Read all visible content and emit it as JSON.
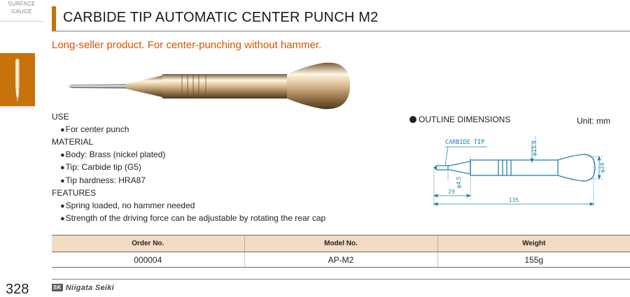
{
  "sidebar": {
    "category_line1": "SURFACE",
    "category_line2": "GAUGE"
  },
  "header": {
    "title": "CARBIDE TIP  AUTOMATIC CENTER PUNCH M2",
    "subtitle": "Long-seller product. For center-punching without hammer."
  },
  "specs": {
    "use_heading": "USE",
    "use_items": [
      "For center punch"
    ],
    "material_heading": "MATERIAL",
    "material_items": [
      "Body: Brass (nickel plated)",
      "Tip: Carbide tip (G5)",
      "Tip hardness: HRA87"
    ],
    "features_heading": "FEATURES",
    "features_items": [
      "Spring loaded, no hammer needed",
      "Strength of the driving force can be adjustable by rotating the rear cap"
    ]
  },
  "outline": {
    "heading": "OUTLINE DIMENSIONS",
    "unit": "Unit: mm",
    "label_carbide_tip": "CARBIDE TIP",
    "dim_body_dia": "φ15.9",
    "dim_cap_dia": "φ24",
    "dim_tip_dia": "φ4.5",
    "dim_tip_len": "29",
    "dim_total_len": "135"
  },
  "table": {
    "headers": [
      "Order No.",
      "Model No.",
      "Weight"
    ],
    "rows": [
      [
        "000004",
        "AP-M2",
        "155g"
      ]
    ]
  },
  "footer": {
    "page_number": "328",
    "brand_logo": "SK",
    "brand_name": "Niigata Seiki"
  },
  "colors": {
    "accent": "#c8720c",
    "subtitle": "#d35400",
    "table_header": "#f2dcc4",
    "drawing_line": "#2a7fa8"
  }
}
